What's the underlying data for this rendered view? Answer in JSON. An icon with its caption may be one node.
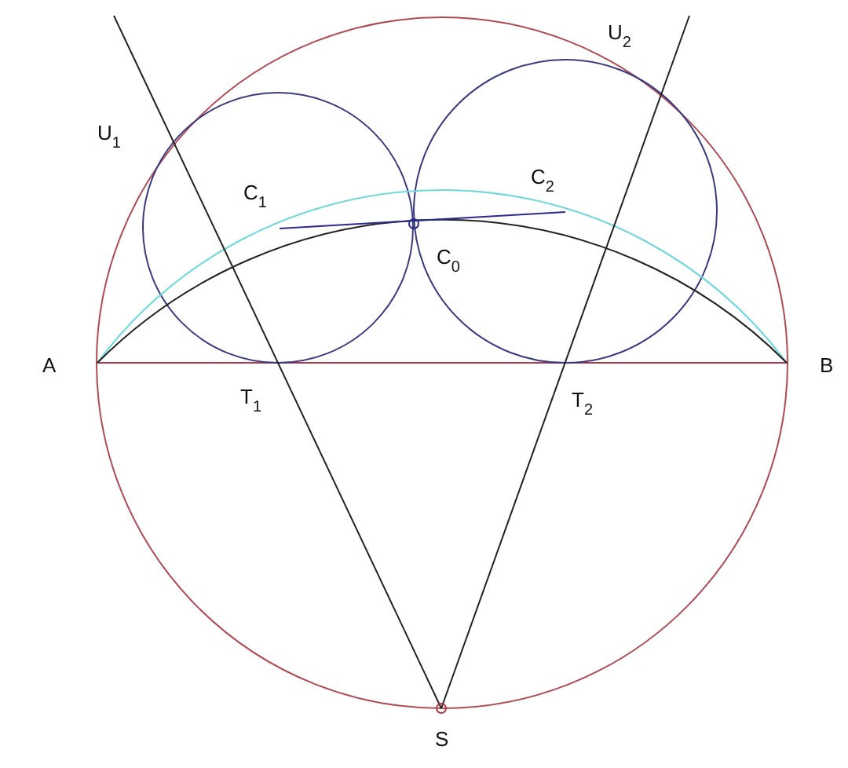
{
  "diagram": {
    "labels": [
      "U$_{2}$",
      "U$_{1}$",
      "C$_{2}$",
      "C$_{1}$",
      "C$_{0}$",
      "A",
      "B",
      "T$_{1}$",
      "T$_{2}$",
      "S"
    ]
  }
}
